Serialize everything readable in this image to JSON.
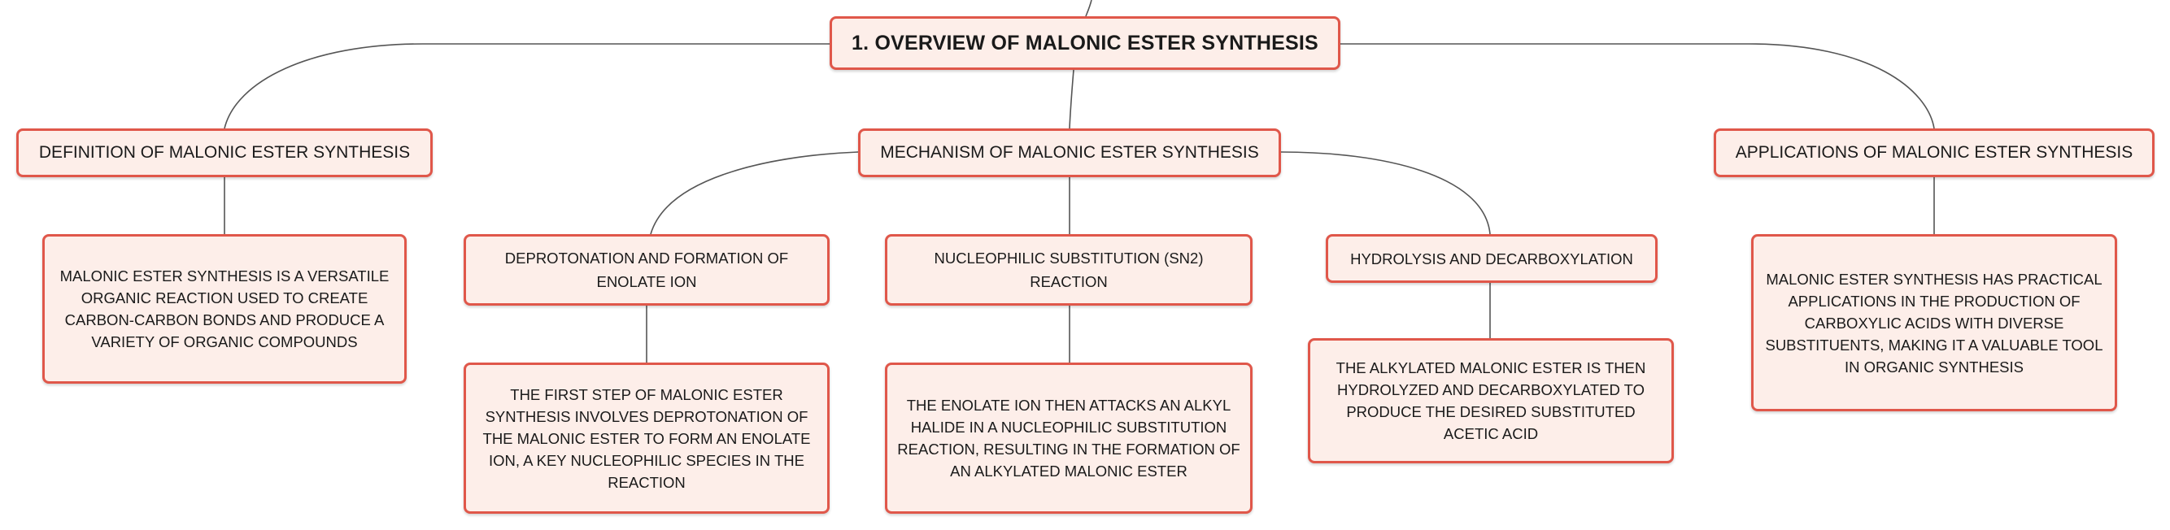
{
  "colors": {
    "border": "#e0574a",
    "fill": "#fdeee9",
    "line": "#555555"
  },
  "root": {
    "label": "1. OVERVIEW OF MALONIC ESTER SYNTHESIS"
  },
  "topics": {
    "definition": {
      "label": "DEFINITION OF MALONIC ESTER SYNTHESIS",
      "detail": "MALONIC ESTER SYNTHESIS IS A VERSATILE ORGANIC REACTION USED TO CREATE CARBON-CARBON BONDS AND PRODUCE A VARIETY OF ORGANIC COMPOUNDS"
    },
    "mechanism": {
      "label": "MECHANISM OF MALONIC ESTER SYNTHESIS",
      "steps": [
        {
          "label": "DEPROTONATION AND FORMATION OF ENOLATE ION",
          "detail": "THE FIRST STEP OF MALONIC ESTER SYNTHESIS INVOLVES DEPROTONATION OF THE MALONIC ESTER TO FORM AN ENOLATE ION, A KEY NUCLEOPHILIC SPECIES IN THE REACTION"
        },
        {
          "label": "NUCLEOPHILIC SUBSTITUTION (SN2) REACTION",
          "detail": "THE ENOLATE ION THEN ATTACKS AN ALKYL HALIDE IN A NUCLEOPHILIC SUBSTITUTION REACTION, RESULTING IN THE FORMATION OF AN ALKYLATED MALONIC ESTER"
        },
        {
          "label": "HYDROLYSIS AND DECARBOXYLATION",
          "detail": "THE ALKYLATED MALONIC ESTER IS THEN HYDROLYZED AND DECARBOXYLATED TO PRODUCE THE DESIRED SUBSTITUTED ACETIC ACID"
        }
      ]
    },
    "applications": {
      "label": "APPLICATIONS OF MALONIC ESTER SYNTHESIS",
      "detail": "MALONIC ESTER SYNTHESIS HAS PRACTICAL APPLICATIONS IN THE PRODUCTION OF CARBOXYLIC ACIDS WITH DIVERSE SUBSTITUENTS, MAKING IT A VALUABLE TOOL IN ORGANIC SYNTHESIS"
    }
  }
}
